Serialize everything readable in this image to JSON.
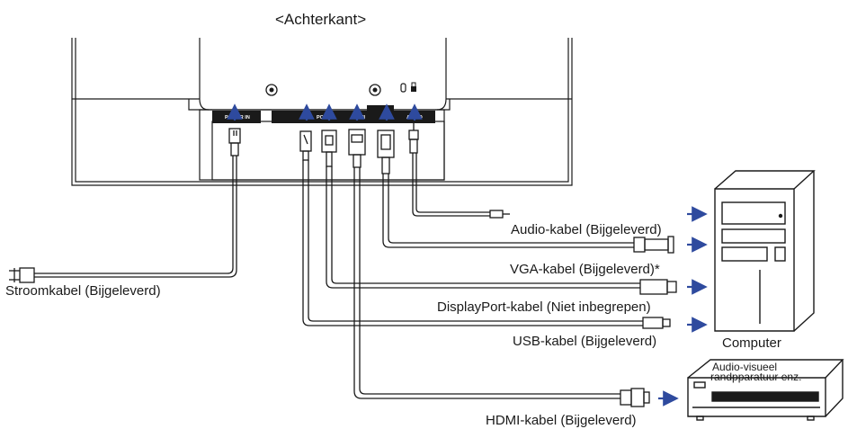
{
  "title": "<Achterkant>",
  "cables": {
    "audio": "Audio-kabel (Bijgeleverd)",
    "vga": "VGA-kabel (Bijgeleverd)*",
    "displayport": "DisplayPort-kabel (Niet inbegrepen)",
    "usb": "USB-kabel (Bijgeleverd)",
    "hdmi": "HDMI-kabel (Bijgeleverd)",
    "power": "Stroomkabel (Bijgeleverd)"
  },
  "devices": {
    "computer": "Computer",
    "av_line1": "Audio-visueel",
    "av_line2": "randpparatuur enz."
  },
  "port_labels": {
    "power_in": "POWER IN",
    "pc_usb": "PC USB",
    "hdmi": "HDMI",
    "audio": "AUDIO"
  },
  "colors": {
    "line": "#1a1a1a",
    "arrow": "#2e4a9e",
    "panel": "#1a1a1a"
  }
}
